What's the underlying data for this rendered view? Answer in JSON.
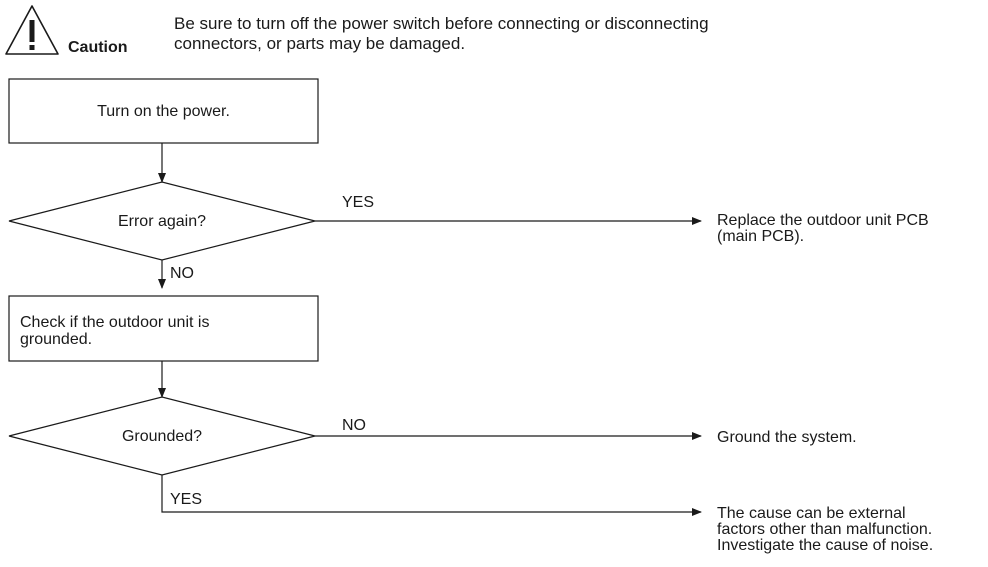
{
  "caution": {
    "label": "Caution",
    "icon": "warning-triangle-icon",
    "message_line1": "Be sure to turn off the power switch before connecting or disconnecting",
    "message_line2": "connectors, or parts may be damaged."
  },
  "flowchart": {
    "step1": "Turn on the power.",
    "decision1": "Error again?",
    "decision1_yes": "YES",
    "decision1_no": "NO",
    "result1_line1": "Replace the outdoor unit PCB",
    "result1_line2": "(main PCB).",
    "step2_line1": "Check if the outdoor unit is",
    "step2_line2": "grounded.",
    "decision2": "Grounded?",
    "decision2_no": "NO",
    "decision2_yes": "YES",
    "result2": "Ground the system.",
    "result3_line1": "The cause can be external",
    "result3_line2": "factors other than malfunction.",
    "result3_line3": "Investigate the cause of noise."
  }
}
